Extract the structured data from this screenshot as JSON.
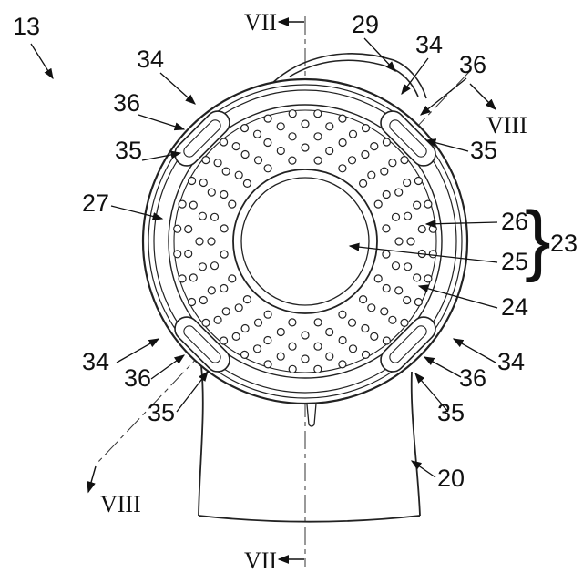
{
  "figure": {
    "id_label": "13",
    "part_labels": {
      "p20": "20",
      "p23": "23",
      "p24": "24",
      "p25": "25",
      "p26": "26",
      "p27": "27",
      "p29": "29",
      "p34": "34",
      "p35": "35",
      "p36": "36"
    },
    "section_labels": {
      "vii": "VII",
      "viii": "VIII"
    },
    "brace": "}"
  }
}
